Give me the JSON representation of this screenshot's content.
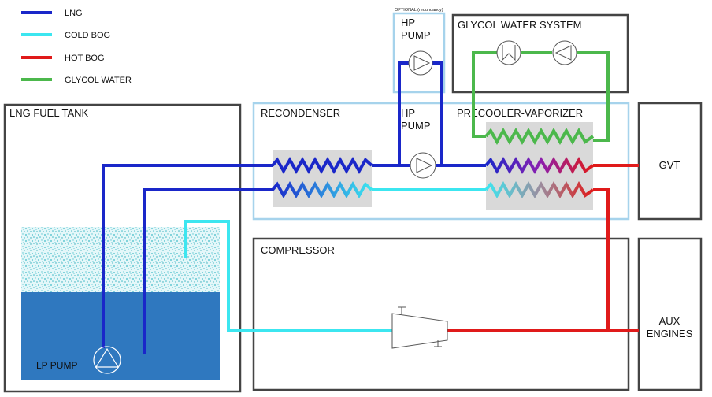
{
  "legend": {
    "items": [
      {
        "label": "LNG",
        "color": "#1a27c9"
      },
      {
        "label": "COLD BOG",
        "color": "#3ce6f0"
      },
      {
        "label": "HOT BOG",
        "color": "#e01a1a"
      },
      {
        "label": "GLYCOL WATER",
        "color": "#4cb84c"
      }
    ]
  },
  "blocks": {
    "fuel_tank": "LNG FUEL TANK",
    "recondenser": "RECONDENSER",
    "hp_pump_main_line1": "HP",
    "hp_pump_main_line2": "PUMP",
    "hp_pump_opt_line1": "HP",
    "hp_pump_opt_line2": "PUMP",
    "optional_note": "OPTIONAL (redundancy)",
    "precooler": "PRECOOLER-VAPORIZER",
    "glycol_system": "GLYCOL WATER SYSTEM",
    "gvt": "GVT",
    "compressor": "COMPRESSOR",
    "aux_line1": "AUX",
    "aux_line2": "ENGINES",
    "lp_pump": "LP PUMP"
  },
  "colors": {
    "lng": "#1a27c9",
    "cold_bog": "#3ce6f0",
    "hot_bog": "#e01a1a",
    "glycol": "#4cb84c",
    "box_border": "#444444",
    "recondenser_border": "#a6d3ec",
    "tank_liquid": "#2f78bf",
    "tank_vapor": "#bfeef2",
    "exchanger_fill": "#d9d9d9"
  },
  "icons": [
    "pump-icon",
    "heat-exchanger-icon",
    "compressor-icon",
    "heater-icon"
  ]
}
